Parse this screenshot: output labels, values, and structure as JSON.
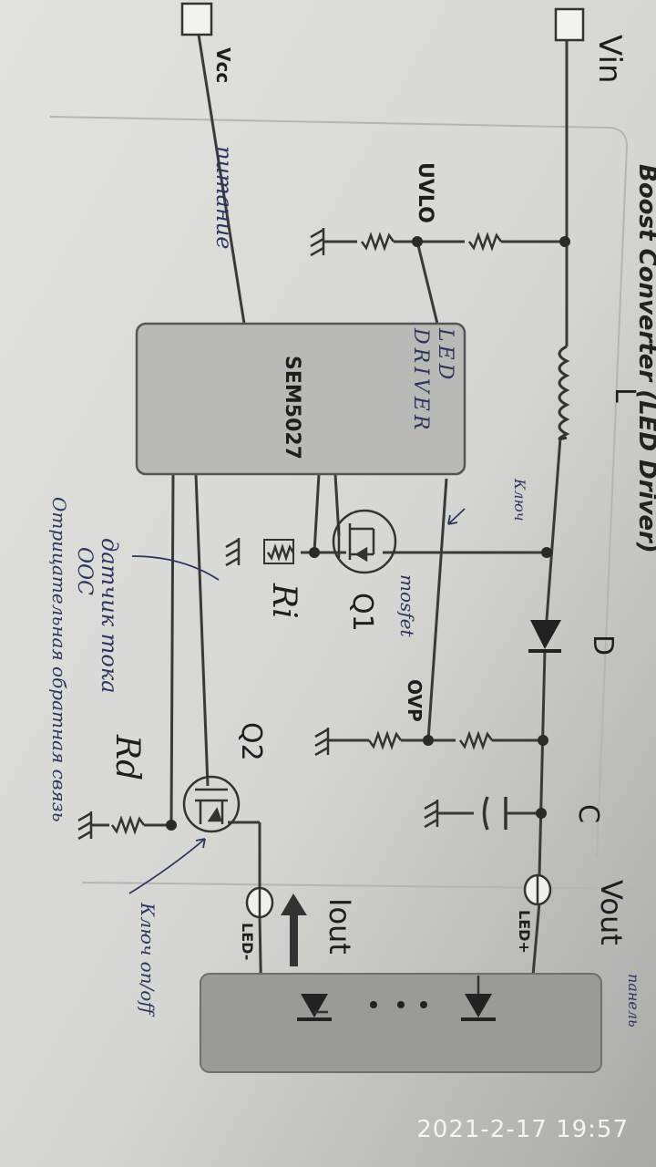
{
  "diagram": {
    "title": "Boost Converter (LED Driver)",
    "labels": {
      "vin": "Vin",
      "vcc": "Vcc",
      "uvlo": "UVLO",
      "chip": "SEM5027",
      "inductor": "L",
      "diode": "D",
      "capacitor": "C",
      "q1": "Q1",
      "q2": "Q2",
      "ovp": "OVP",
      "vout": "Vout",
      "iout": "Iout",
      "led_plus": "LED+",
      "led_minus": "LED-"
    },
    "handwritten": {
      "power": "питание",
      "led_driver": "LED DRIVER",
      "key": "Ключ",
      "mosfet": "mosfet",
      "ri": "Ri",
      "rd": "Rd",
      "current_sensor": "датчик тока",
      "ooc": "ООС",
      "negative_feedback": "Отрицательная обратная связь",
      "key_onoff": "Ключ on/off",
      "panel": "панель"
    }
  },
  "timestamp": "2021-2-17 19:57"
}
